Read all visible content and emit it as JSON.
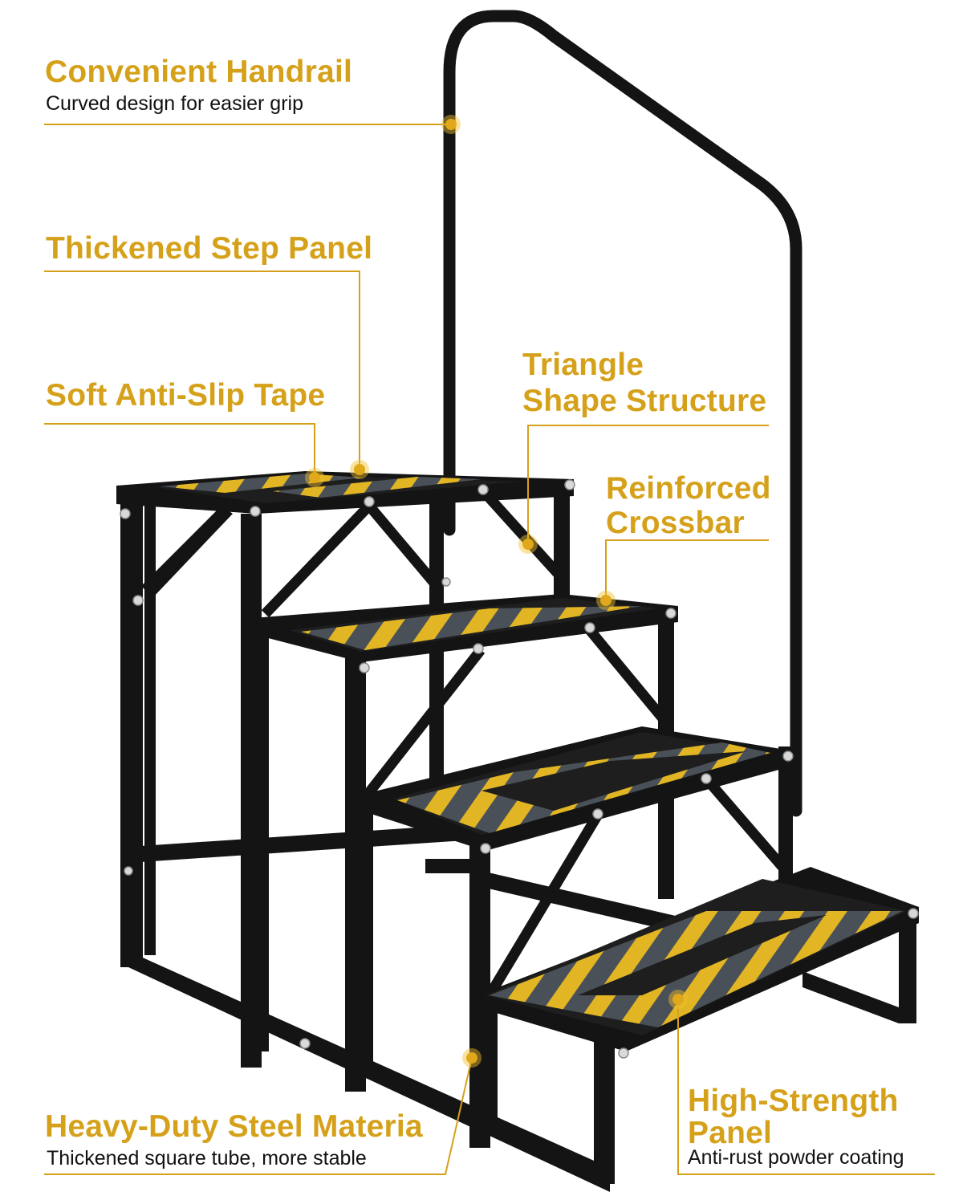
{
  "colors": {
    "accent": "#D6A11A",
    "steel": "#141414",
    "tape_yellow": "#E1B524",
    "tape_grey": "#4A5057"
  },
  "callouts": {
    "handrail": {
      "title": "Convenient Handrail",
      "subtitle": "Curved design for easier grip"
    },
    "step_panel": {
      "title": "Thickened Step Panel"
    },
    "anti_slip": {
      "title": "Soft Anti-Slip Tape"
    },
    "triangle": {
      "title_line1": "Triangle",
      "title_line2": "Shape Structure"
    },
    "crossbar": {
      "title_line1": "Reinforced",
      "title_line2": "Crossbar"
    },
    "steel": {
      "title": "Heavy-Duty Steel Materia",
      "subtitle": "Thickened square tube, more stable"
    },
    "high_strength": {
      "title_line1": "High-Strength",
      "title_line2": "Panel",
      "subtitle": "Anti-rust powder coating"
    }
  }
}
